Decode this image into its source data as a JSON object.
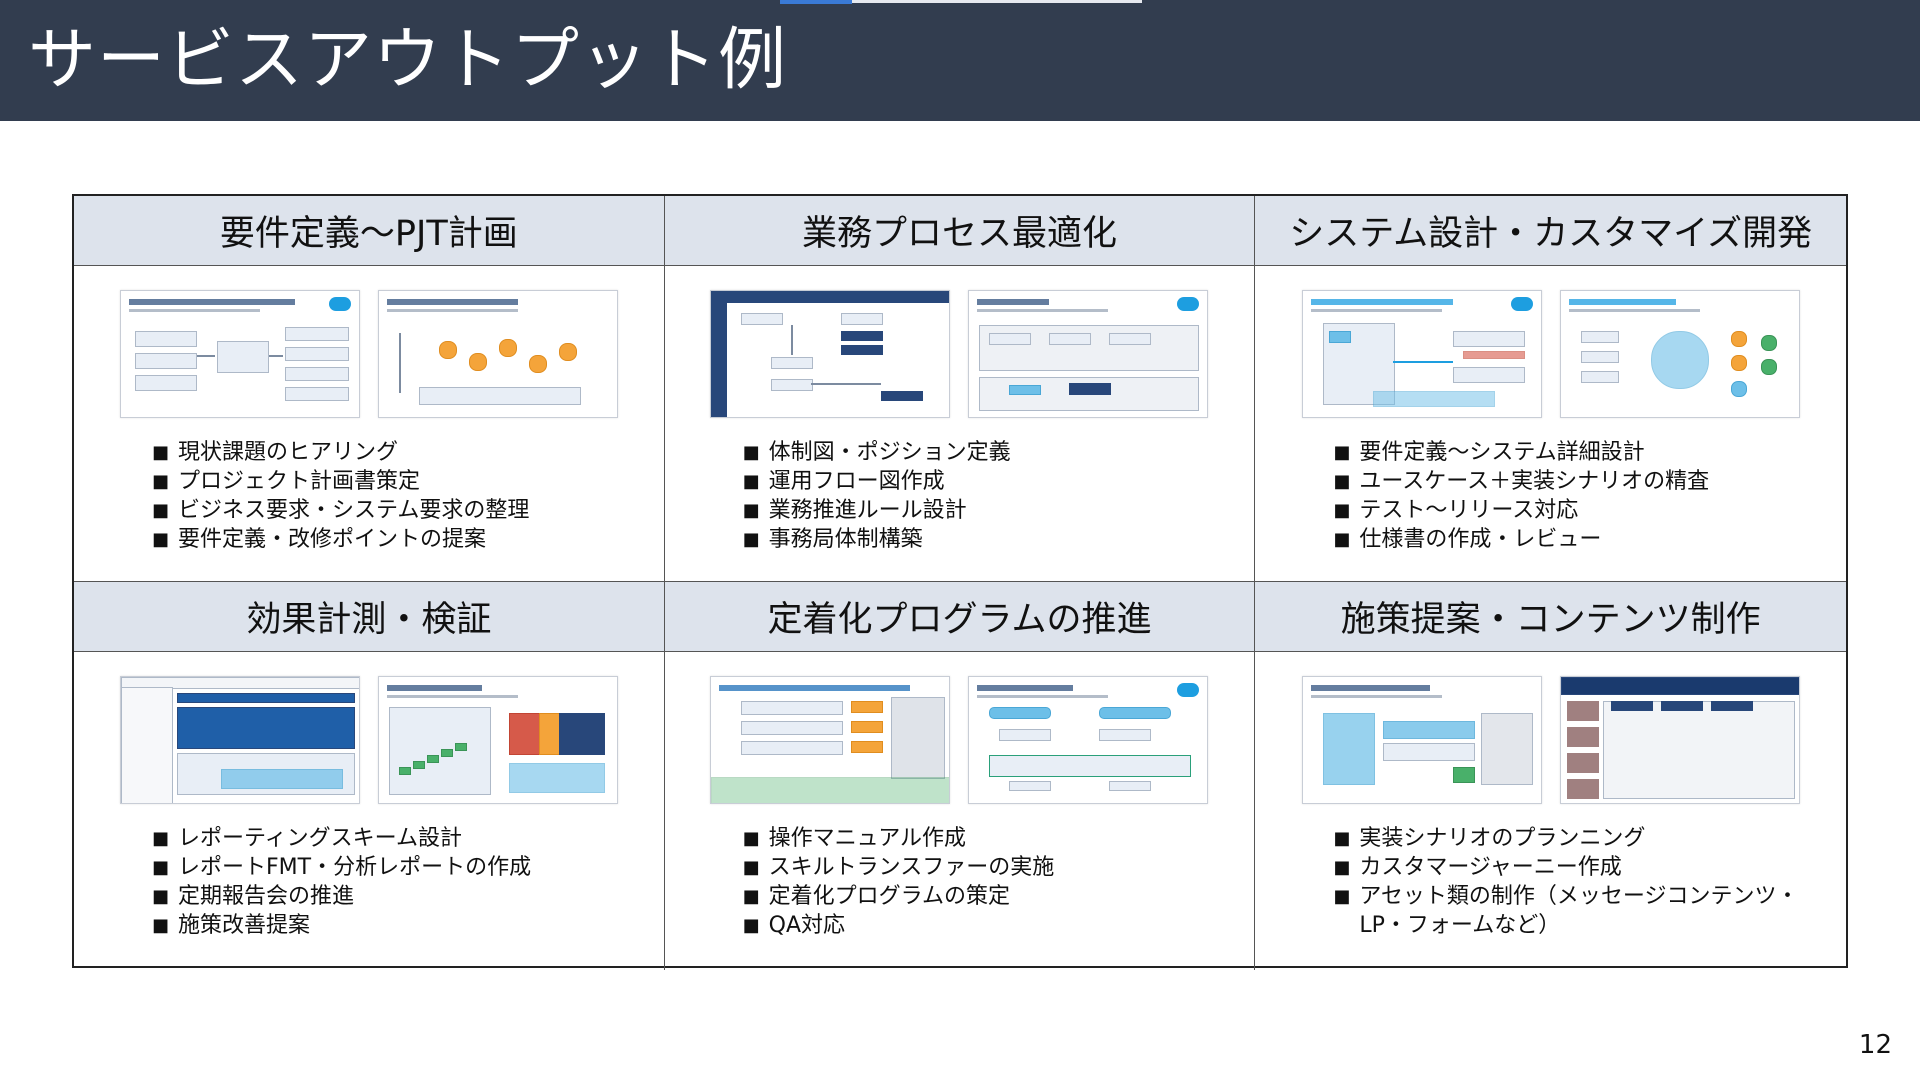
{
  "title": "サービスアウトプット例",
  "page_number": "12",
  "sections": [
    {
      "heading": "要件定義～PJT計画",
      "bullets": [
        "現状課題のヒアリング",
        "プロジェクト計画書策定",
        "ビジネス要求・システム要求の整理",
        "要件定義・改修ポイントの提案"
      ]
    },
    {
      "heading": "業務プロセス最適化",
      "bullets": [
        "体制図・ポジション定義",
        "運用フロー図作成",
        "業務推進ルール設計",
        "事務局体制構築"
      ]
    },
    {
      "heading": "システム設計・カスタマイズ開発",
      "bullets": [
        "要件定義～システム詳細設計",
        "ユースケース＋実装シナリオの精査",
        "テスト～リリース対応",
        "仕様書の作成・レビュー"
      ]
    },
    {
      "heading": "効果計測・検証",
      "bullets": [
        "レポーティングスキーム設計",
        "レポートFMT・分析レポートの作成",
        "定期報告会の推進",
        "施策改善提案"
      ]
    },
    {
      "heading": "定着化プログラムの推進",
      "bullets": [
        "操作マニュアル作成",
        "スキルトランスファーの実施",
        "定着化プログラムの策定",
        "QA対応"
      ]
    },
    {
      "heading": "施策提案・コンテンツ制作",
      "bullets": [
        "実装シナリオのプランニング",
        "カスタマージャーニー作成",
        "アセット類の制作（メッセージコンテンツ・",
        "LP・フォームなど）"
      ]
    }
  ],
  "icons": {
    "bullet": "square-bullet-icon",
    "logo": "cloud-logo-icon"
  },
  "colors": {
    "header_bar": "#323d4f",
    "table_header": "#dde3ec",
    "accent": "#3a7ad6"
  }
}
